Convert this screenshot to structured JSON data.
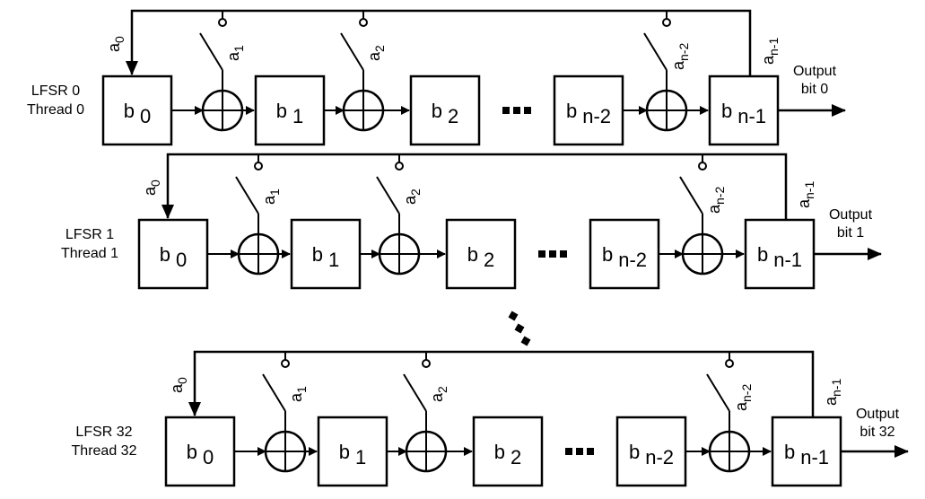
{
  "rows": [
    {
      "lfsr_label": "LFSR 0",
      "thread_label": "Thread 0",
      "output_line1": "Output",
      "output_line2": "bit 0",
      "registers": [
        "b 0",
        "b 1",
        "b 2",
        "b n-2",
        "b n-1"
      ],
      "taps": [
        "a0",
        "a1",
        "a2",
        "an-2",
        "an-1"
      ]
    },
    {
      "lfsr_label": "LFSR 1",
      "thread_label": "Thread 1",
      "output_line1": "Output",
      "output_line2": "bit 1",
      "registers": [
        "b 0",
        "b 1",
        "b 2",
        "b n-2",
        "b n-1"
      ],
      "taps": [
        "a0",
        "a1",
        "a2",
        "an-2",
        "an-1"
      ]
    },
    {
      "lfsr_label": "LFSR 32",
      "thread_label": "Thread 32",
      "output_line1": "Output",
      "output_line2": "bit 32",
      "registers": [
        "b 0",
        "b 1",
        "b 2",
        "b n-2",
        "b n-1"
      ],
      "taps": [
        "a0",
        "a1",
        "a2",
        "an-2",
        "an-1"
      ]
    }
  ]
}
